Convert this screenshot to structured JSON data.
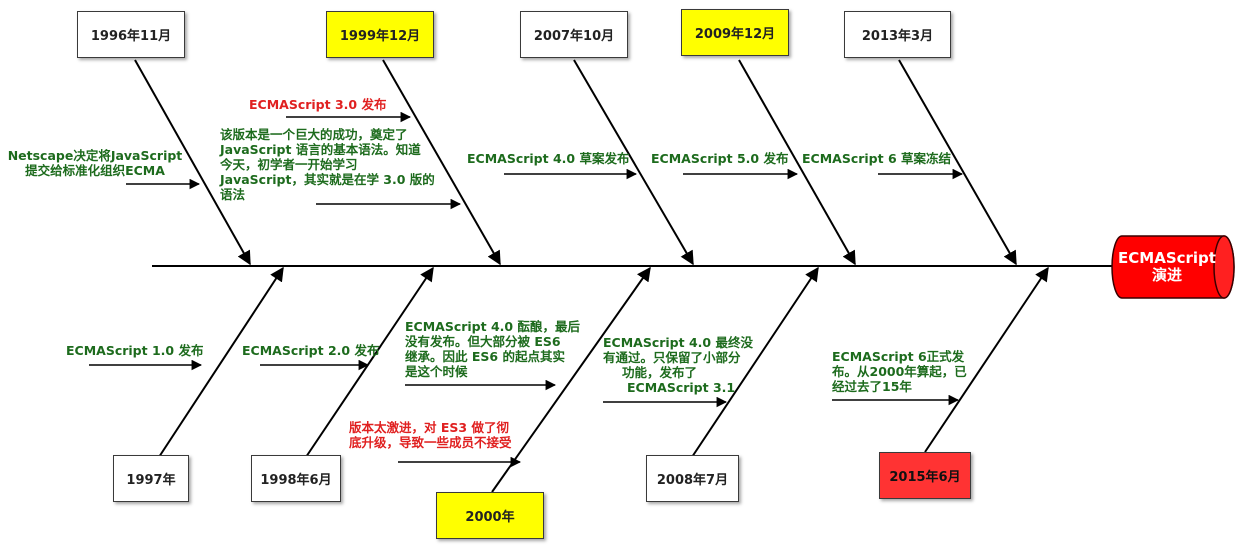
{
  "head": {
    "line1": "ECMAScript",
    "line2": "演进"
  },
  "top_boxes": [
    {
      "label": "1996年11月",
      "color": "white"
    },
    {
      "label": "1999年12月",
      "color": "#ffff00"
    },
    {
      "label": "2007年10月",
      "color": "white"
    },
    {
      "label": "2009年12月",
      "color": "#ffff00"
    },
    {
      "label": "2013年3月",
      "color": "white"
    }
  ],
  "bottom_boxes": [
    {
      "label": "1997年",
      "color": "white"
    },
    {
      "label": "1998年6月",
      "color": "white"
    },
    {
      "label": "2000年",
      "color": "#ffff00"
    },
    {
      "label": "2008年7月",
      "color": "white"
    },
    {
      "label": "2015年6月",
      "color": "#ff3333"
    }
  ],
  "notes": {
    "n1996_l1": "Netscape决定将JavaScript",
    "n1996_l2": "提交给标准化组织ECMA",
    "n1999_title": "ECMAScript 3.0 发布",
    "n1999_l1": "该版本是一个巨大的成功，奠定了",
    "n1999_l2": "JavaScript 语言的基本语法。知道",
    "n1999_l3": "今天，初学者一开始学习",
    "n1999_l4": "JavaScript，其实就是在学 3.0 版的",
    "n1999_l5": "语法",
    "n2007": "ECMAScript 4.0 草案发布",
    "n2009": "ECMAScript 5.0 发布",
    "n2013": "ECMAScript 6 草案冻结",
    "n1997": "ECMAScript 1.0 发布",
    "n1998": "ECMAScript 2.0 发布",
    "n2000_l1": "ECMAScript 4.0 酝酿，最后",
    "n2000_l2": "没有发布。但大部分被 ES6",
    "n2000_l3": "继承。因此 ES6 的起点其实",
    "n2000_l4": "是这个时候",
    "n2000_red_l1": "版本太激进，对 ES3 做了彻",
    "n2000_red_l2": "底升级，导致一些成员不接受",
    "n2008_l1": "ECMAScript 4.0 最终没",
    "n2008_l2": "有通过。只保留了小部分",
    "n2008_l3": "功能，发布了",
    "n2008_l4": "ECMAScript 3.1",
    "n2015_l1": "ECMAScript 6正式发",
    "n2015_l2": "布。从2000年算起，已",
    "n2015_l3": "经过去了15年"
  },
  "colors": {
    "line": "#000000",
    "note_green": "#1d6b1d",
    "note_red": "#e02020",
    "head_red": "#ff0000"
  }
}
